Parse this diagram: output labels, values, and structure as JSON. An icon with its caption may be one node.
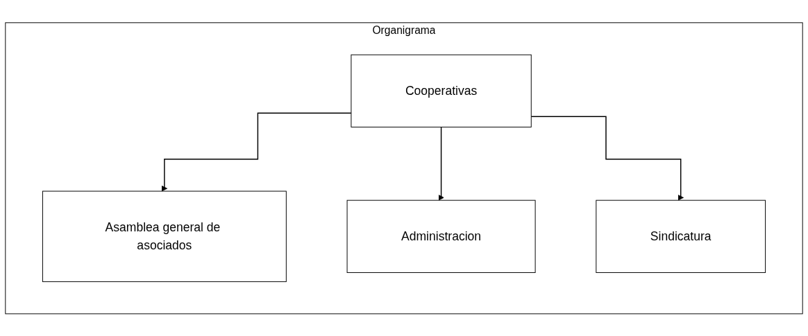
{
  "diagram": {
    "nodes": [
      {
        "text": [
          "Organigrama"
        ]
      },
      {
        "text": [
          "Cooperativas"
        ],
        "in": 0
      },
      {
        "text": [
          "Asamblea general de asociados"
        ],
        "in": 0
      },
      {
        "text": [
          "Administracion"
        ],
        "in": 0
      },
      {
        "text": [
          "Sindicatura"
        ],
        "in": 0
      }
    ],
    "edges": [
      {
        "from": 1,
        "to": 2,
        "arrow": "to"
      },
      {
        "from": 1,
        "to": 3,
        "arrow": "to"
      },
      {
        "from": 1,
        "to": 4,
        "arrow": "to"
      }
    ]
  }
}
